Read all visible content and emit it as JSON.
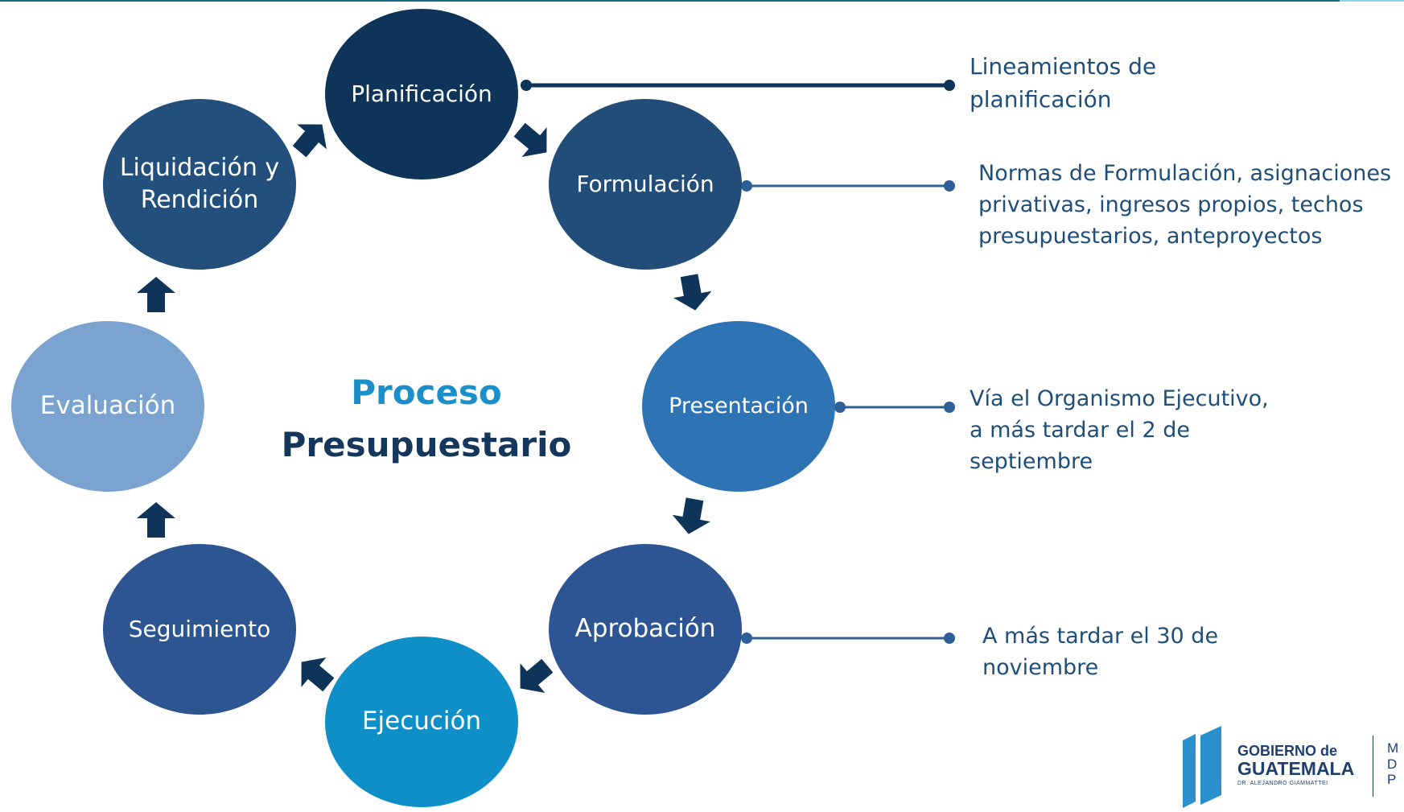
{
  "title": {
    "line1": "Proceso",
    "line2": "Presupuestario",
    "line1_color": "#1a8fc9",
    "line2_color": "#16375c"
  },
  "nodes": [
    {
      "id": "planificacion",
      "label": "Planificación",
      "color": "#0f3459"
    },
    {
      "id": "formulacion",
      "label": "Formulación",
      "color": "#214d78"
    },
    {
      "id": "presentacion",
      "label": "Presentación",
      "color": "#2e73b4"
    },
    {
      "id": "aprobacion",
      "label": "Aprobación",
      "color": "#2d5593"
    },
    {
      "id": "ejecucion",
      "label": "Ejecución",
      "color": "#0f8fc8"
    },
    {
      "id": "seguimiento",
      "label": "Seguimiento",
      "color": "#2d5591"
    },
    {
      "id": "evaluacion",
      "label": "Evaluación",
      "color": "#7aa3d0"
    },
    {
      "id": "liquidacion",
      "label": "Liquidación y Rendición",
      "color": "#224f7b"
    }
  ],
  "notes": [
    {
      "id": "planificacion",
      "lines": [
        "Lineamientos de",
        "planificación"
      ]
    },
    {
      "id": "formulacion",
      "lines": [
        "Normas de Formulación, asignaciones",
        "privativas, ingresos propios, techos",
        "presupuestarios, anteproyectos"
      ]
    },
    {
      "id": "presentacion",
      "lines": [
        "Vía el Organismo Ejecutivo,",
        "a más tardar el 2 de",
        "septiembre"
      ]
    },
    {
      "id": "aprobacion",
      "lines": [
        "A más tardar el 30 de",
        "noviembre"
      ]
    }
  ],
  "arrow_color": "#0f3459",
  "logo": {
    "line1": "GOBIERNO de",
    "line2": "GUATEMALA",
    "line3": "DR. ALEJANDRO GIAMMATTEI",
    "right_lines": [
      "M",
      "D",
      "P"
    ],
    "color": "#1f3f6e"
  }
}
